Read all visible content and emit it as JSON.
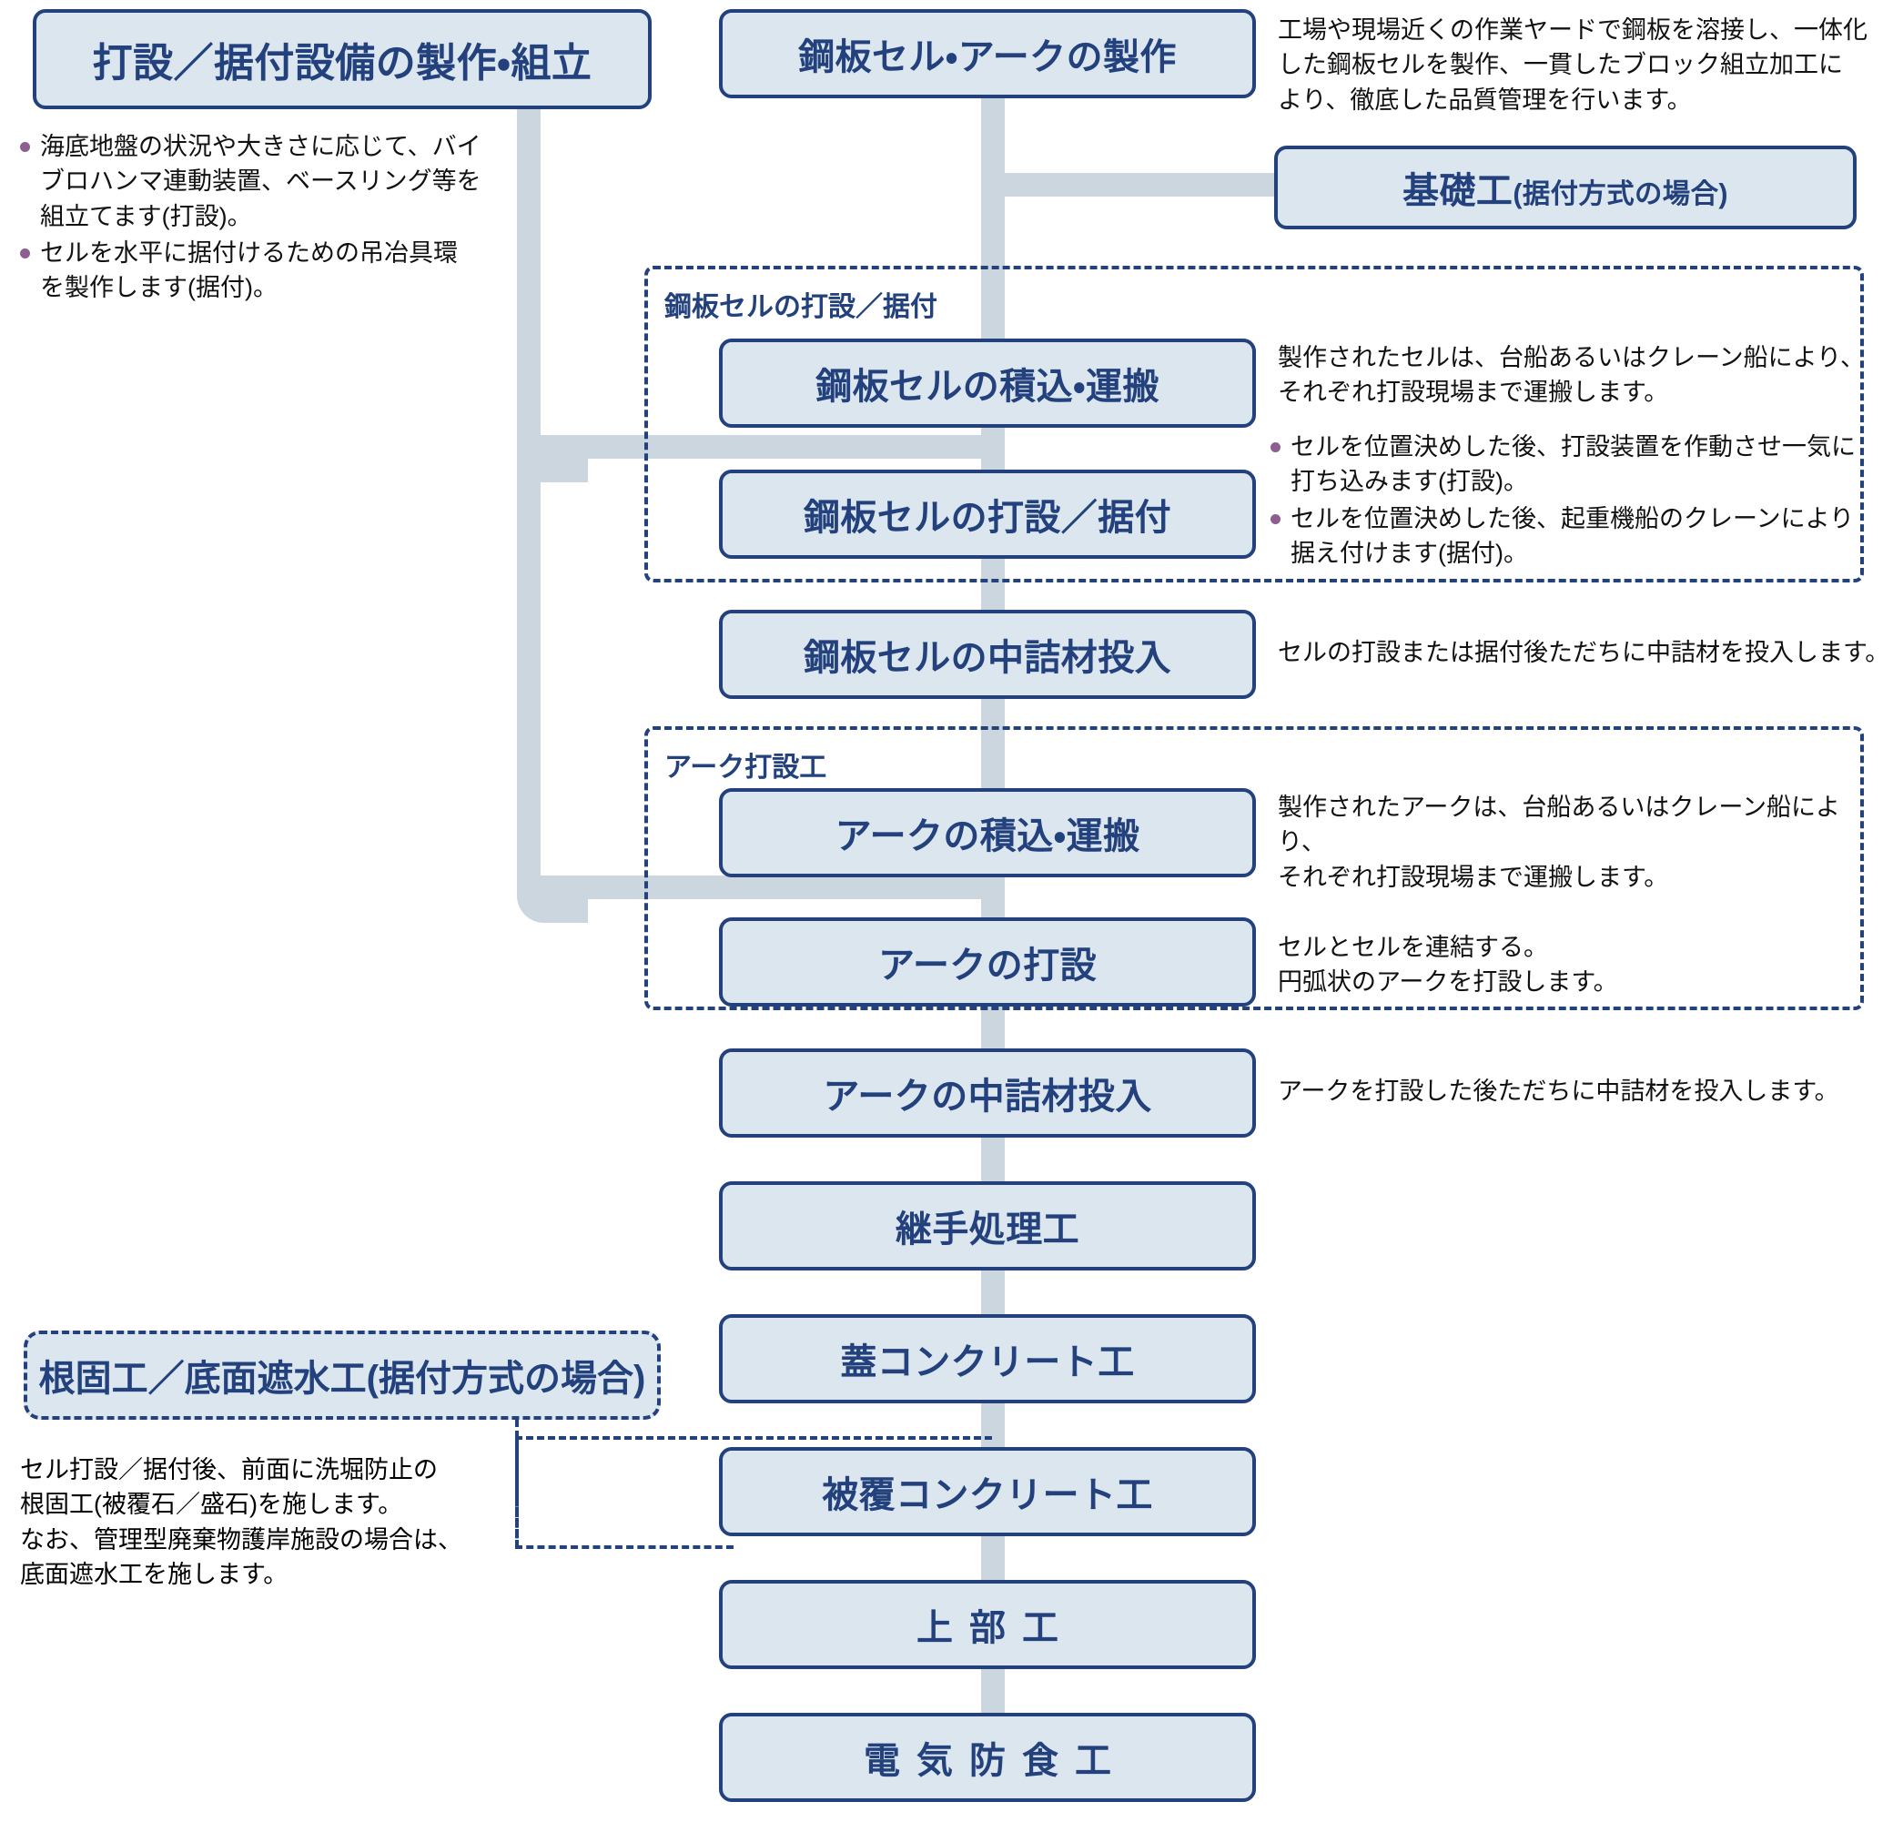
{
  "diagram": {
    "title_box": {
      "label": "打設／据付設備の製作・組立"
    },
    "left_bullets": [
      "海底地盤の状況や大きさに応じて、バイ\nブロハンマ連動装置、ベースリング等を\n組立てます(打設)。",
      "セルを水平に据付けるための吊冶具環\nを製作します(据付)。"
    ],
    "steps": [
      {
        "label": "鋼板セル・アークの製作"
      },
      {
        "label": "基礎工",
        "suffix": "(据付方式の場合)"
      },
      {
        "label": "鋼板セルの積込・運搬"
      },
      {
        "label": "鋼板セルの打設／据付"
      },
      {
        "label": "鋼板セルの中詰材投入"
      },
      {
        "label": "アークの積込・運搬"
      },
      {
        "label": "アークの打設"
      },
      {
        "label": "アークの中詰材投入"
      },
      {
        "label": "継手処理工"
      },
      {
        "label": "蓋コンクリート工"
      },
      {
        "label": "被覆コンクリート工"
      },
      {
        "label": "上部工"
      },
      {
        "label": "電気防食工"
      }
    ],
    "groups": [
      {
        "label": "鋼板セルの打設／据付"
      },
      {
        "label": "アーク打設工"
      }
    ],
    "side_box": {
      "label": "根固工／底面遮水工",
      "suffix": "(据付方式の場合)",
      "description": "セル打設／据付後、前面に洗堀防止の\n根固工(被覆石／盛石)を施します。\nなお、管理型廃棄物護岸施設の場合は、\n底面遮水工を施します。"
    },
    "descriptions": {
      "manufacture": "工場や現場近くの作業ヤードで鋼板を溶接し、一体化\nした鋼板セルを製作、一貫したブロック組立加工に\nより、徹底した品質管理を行います。",
      "cell_transport": "製作されたセルは、台船あるいはクレーン船により、\nそれぞれ打設現場まで運搬します。",
      "cell_fill": "セルの打設または据付後ただちに中詰材を投入します。",
      "arc_transport": "製作されたアークは、台船あるいはクレーン船により、\nそれぞれ打設現場まで運搬します。",
      "arc_place": "セルとセルを連結する。\n円弧状のアークを打設します。",
      "arc_fill": "アークを打設した後ただちに中詰材を投入します。"
    },
    "cell_place_bullets": [
      "セルを位置決めした後、打設装置を作動させ一気に\n打ち込みます(打設)。",
      "セルを位置決めした後、起重機船のクレーンにより\n据え付けます(据付)。"
    ],
    "colors": {
      "box_fill": "#dce6ef",
      "box_border": "#23417c",
      "text_blue": "#23417c",
      "spine": "#ccd6df",
      "bullet": "#8d5f90"
    }
  }
}
